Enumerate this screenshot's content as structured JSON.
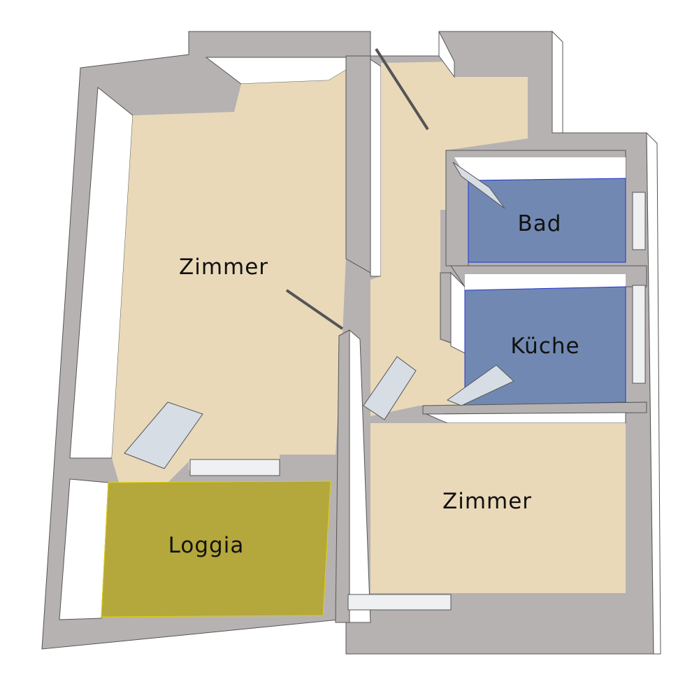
{
  "rooms": {
    "zimmer_1": {
      "label": "Zimmer"
    },
    "bad": {
      "label": "Bad"
    },
    "kueche": {
      "label": "Küche"
    },
    "zimmer_2": {
      "label": "Zimmer"
    },
    "loggia": {
      "label": "Loggia"
    }
  },
  "colors": {
    "wall": "#b6b2b2",
    "wall_face": "#ffffff",
    "floor_wood": "#e9d9b9",
    "floor_tile": "#7189b2",
    "loggia": "#b4a73c",
    "door": "#d6dde4"
  }
}
